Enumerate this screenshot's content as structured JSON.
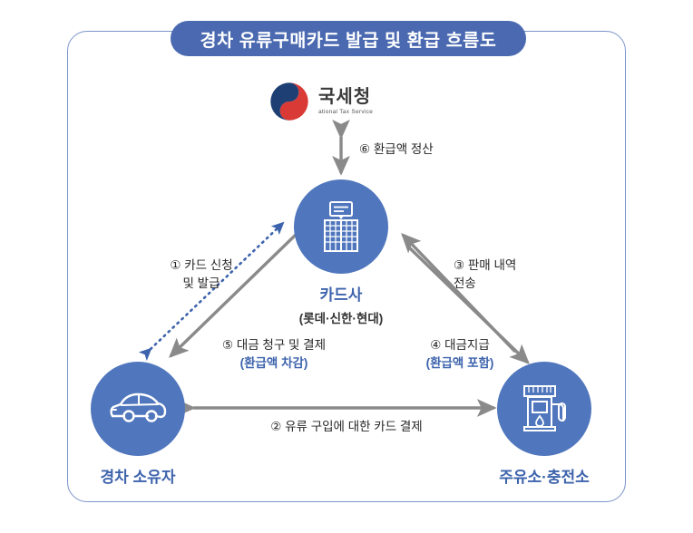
{
  "title": "경차 유류구매카드 발급 및 환급 흐름도",
  "colors": {
    "title_pill": "#4a69b0",
    "frame_border": "#7b94c9",
    "node_circle": "#5077bd",
    "node_label": "#3d63ac",
    "arrow_gray": "#8a8a8a",
    "arrow_blue_dotted": "#3d63ac",
    "taegeuk_blue": "#1d3f73",
    "taegeuk_red": "#d93a36"
  },
  "logo": {
    "name": "nts-logo",
    "korean": "국세청",
    "english": "ational Tax Service"
  },
  "nodes": [
    {
      "id": "card",
      "icon": "building-card-icon",
      "label": "카드사",
      "sub": "(롯데·신한·현대)"
    },
    {
      "id": "owner",
      "icon": "car-icon",
      "label": "경차 소유자",
      "sub": ""
    },
    {
      "id": "station",
      "icon": "fuel-pump-icon",
      "label": "주유소·충전소",
      "sub": ""
    }
  ],
  "flows": [
    {
      "num": "①",
      "text": "① 카드 신청",
      "text2": "및 발급",
      "sub": "",
      "style": "dotted-blue",
      "direction": "both",
      "from": "owner",
      "to": "card"
    },
    {
      "num": "②",
      "text": "② 유류 구입에 대한 카드 결제",
      "text2": "",
      "sub": "",
      "style": "solid-gray",
      "direction": "both",
      "from": "owner",
      "to": "station"
    },
    {
      "num": "③",
      "text": "③ 판매 내역",
      "text2": "전송",
      "sub": "",
      "style": "solid-gray",
      "direction": "to-card",
      "from": "station",
      "to": "card"
    },
    {
      "num": "④",
      "text": "④ 대금지급",
      "text2": "",
      "sub": "(환급액 포함)",
      "style": "solid-gray",
      "direction": "to-station",
      "from": "card",
      "to": "station"
    },
    {
      "num": "⑤",
      "text": "⑤ 대금 청구 및 결제",
      "text2": "",
      "sub": "(환급액 차감)",
      "style": "solid-gray",
      "direction": "to-owner",
      "from": "card",
      "to": "owner"
    },
    {
      "num": "⑥",
      "text": "⑥ 환급액 정산",
      "text2": "",
      "sub": "",
      "style": "solid-gray",
      "direction": "both",
      "from": "card",
      "to": "nts"
    }
  ]
}
